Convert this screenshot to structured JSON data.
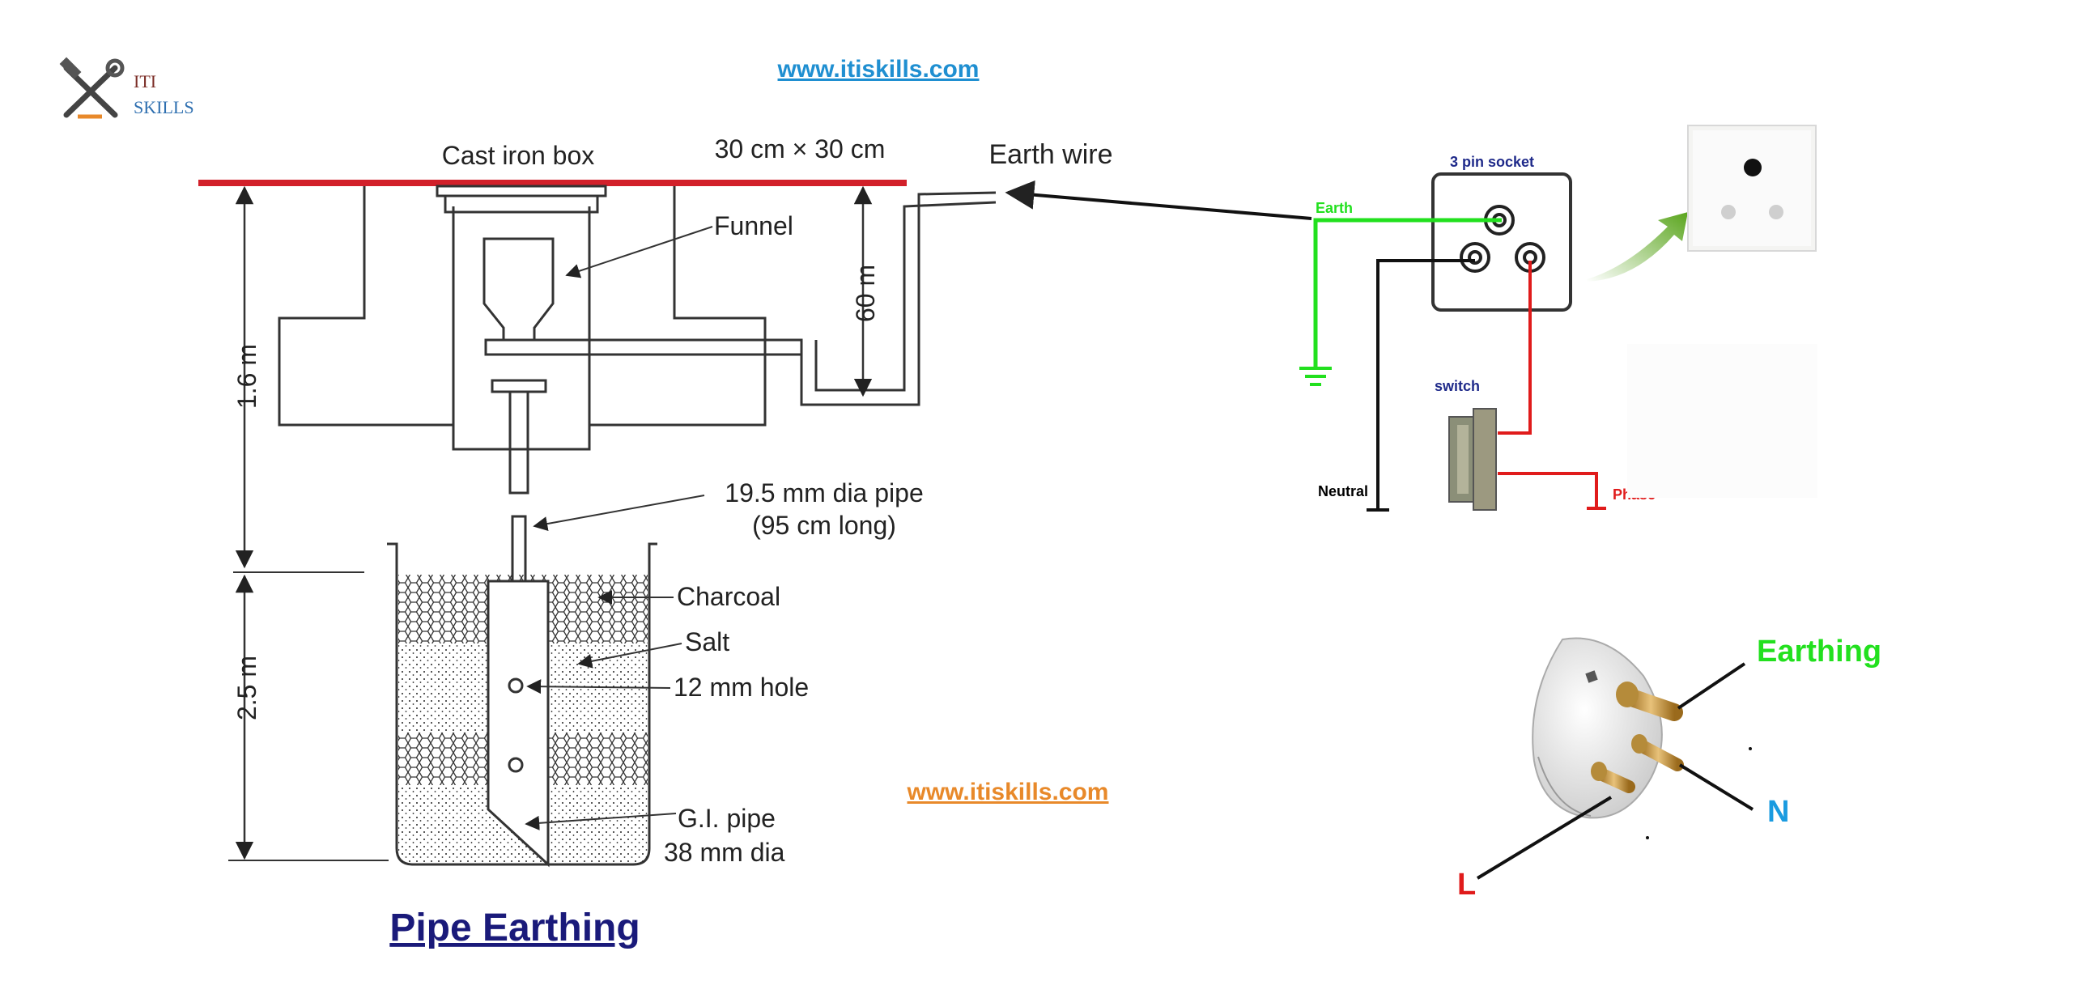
{
  "logo": {
    "line1": "ITI",
    "line2": "SKILLS",
    "icon": "hammer-wrench-icon",
    "colors": {
      "line1": "#7b2d26",
      "line2": "#2e6fb0"
    }
  },
  "urls": {
    "top": "www.itiskills.com",
    "middle": "www.itiskills.com"
  },
  "pipe_diagram": {
    "cast_iron_box": "Cast iron box",
    "box_size": "30 cm × 30 cm",
    "earth_wire": "Earth wire",
    "funnel": "Funnel",
    "depth_60": "60 m",
    "depth_1_6": "1.6 m",
    "depth_2_5": "2.5 m",
    "pipe_dia_line1": "19.5 mm dia pipe",
    "pipe_dia_line2": "(95 cm long)",
    "charcoal": "Charcoal",
    "salt": "Salt",
    "hole": "12 mm hole",
    "gi_pipe_line1": "G.I. pipe",
    "gi_pipe_line2": "38 mm dia",
    "title": "Pipe Earthing"
  },
  "socket_circuit": {
    "socket_label": "3 pin socket",
    "earth": "Earth",
    "switch": "switch",
    "neutral": "Neutral",
    "phase": "Phase"
  },
  "plug": {
    "earthing": "Earthing",
    "n": "N",
    "l": "L"
  },
  "colors": {
    "ground_line": "#d2202a",
    "url_blue": "#1f8fd1",
    "url_orange": "#e8892a",
    "earth_green": "#22e01e",
    "phase_red": "#e01b1b",
    "title_navy": "#1a1a7a",
    "n_blue": "#1a9be0",
    "socket_label_navy": "#1f2a8a"
  }
}
